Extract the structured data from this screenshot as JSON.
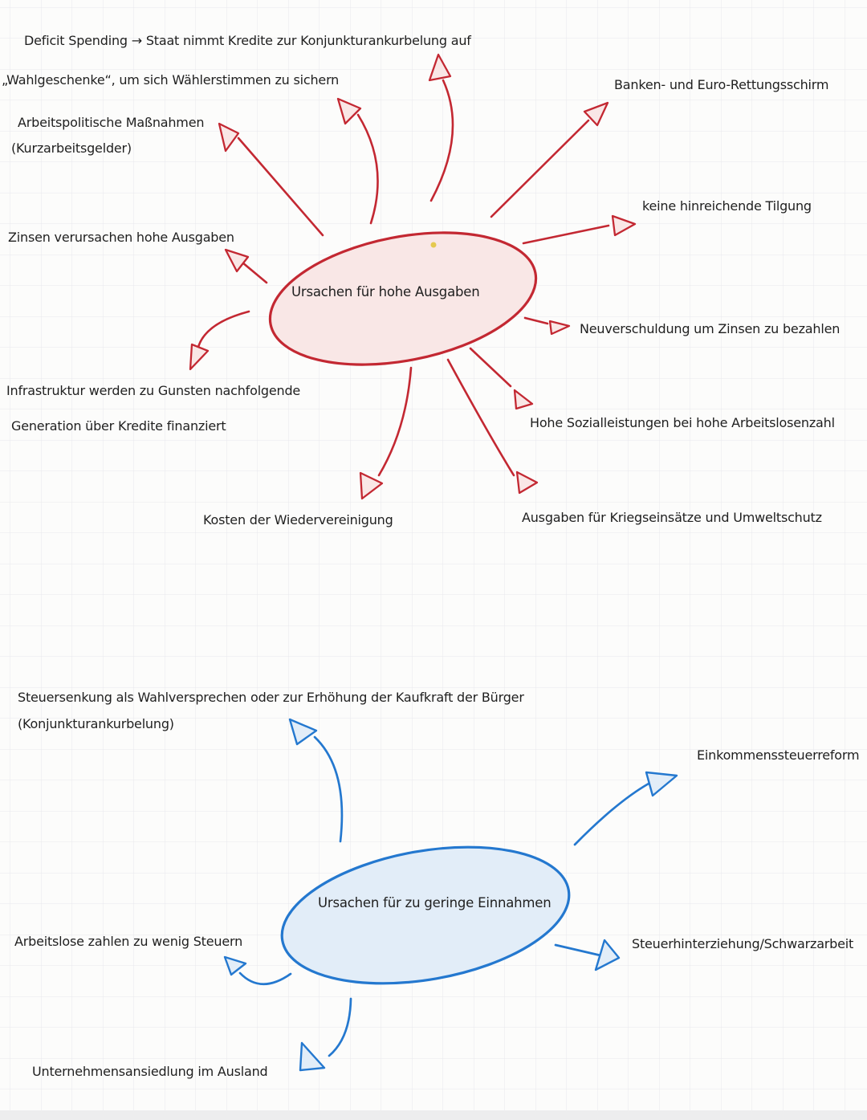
{
  "colors": {
    "red_stroke": "#c32832",
    "red_fill": "#f9e7e6",
    "blue_stroke": "#2478cf",
    "blue_fill": "#e2edf8",
    "ink": "#1f1f1f",
    "grid_line": "#e8e8ec",
    "paper": "#fcfcfb",
    "accent_dot": "#e5c94f"
  },
  "red_map": {
    "center_label": "Ursachen für hohe Ausgaben",
    "nodes": {
      "deficit": "Deficit Spending → Staat nimmt Kredite zur Konjunkturankurbelung auf",
      "wahlgeschenke": "„Wahlgeschenke“, um sich Wählerstimmen zu sichern",
      "arbeitspolitisch_1": "Arbeitspolitische Maßnahmen",
      "arbeitspolitisch_2": "(Kurzarbeitsgelder)",
      "zinsen": "Zinsen verursachen hohe Ausgaben",
      "banken": "Banken- und Euro-Rettungsschirm",
      "tilgung": "keine hinreichende Tilgung",
      "neuverschuldung": "Neuverschuldung um Zinsen zu bezahlen",
      "infrastruktur_1": "Infrastruktur werden zu Gunsten nachfolgende",
      "infrastruktur_2": "Generation über Kredite finanziert",
      "sozialleistungen": "Hohe Sozialleistungen bei hohe Arbeitslosenzahl",
      "kosten": "Kosten der Wiedervereinigung",
      "kriegseinsaetze": "Ausgaben für Kriegseinsätze und Umweltschutz"
    }
  },
  "blue_map": {
    "center_label": "Ursachen für zu geringe Einnahmen",
    "nodes": {
      "steuersenkung_1": "Steuersenkung als Wahlversprechen oder zur Erhöhung der Kaufkraft der Bürger",
      "steuersenkung_2": "(Konjunkturankurbelung)",
      "einkommenssteuerreform": "Einkommenssteuerreform",
      "arbeitslose": "Arbeitslose zahlen zu wenig Steuern",
      "steuerhinterziehung": "Steuerhinterziehung/Schwarzarbeit",
      "unternehmensansiedlung": "Unternehmensansiedlung im Ausland"
    }
  }
}
